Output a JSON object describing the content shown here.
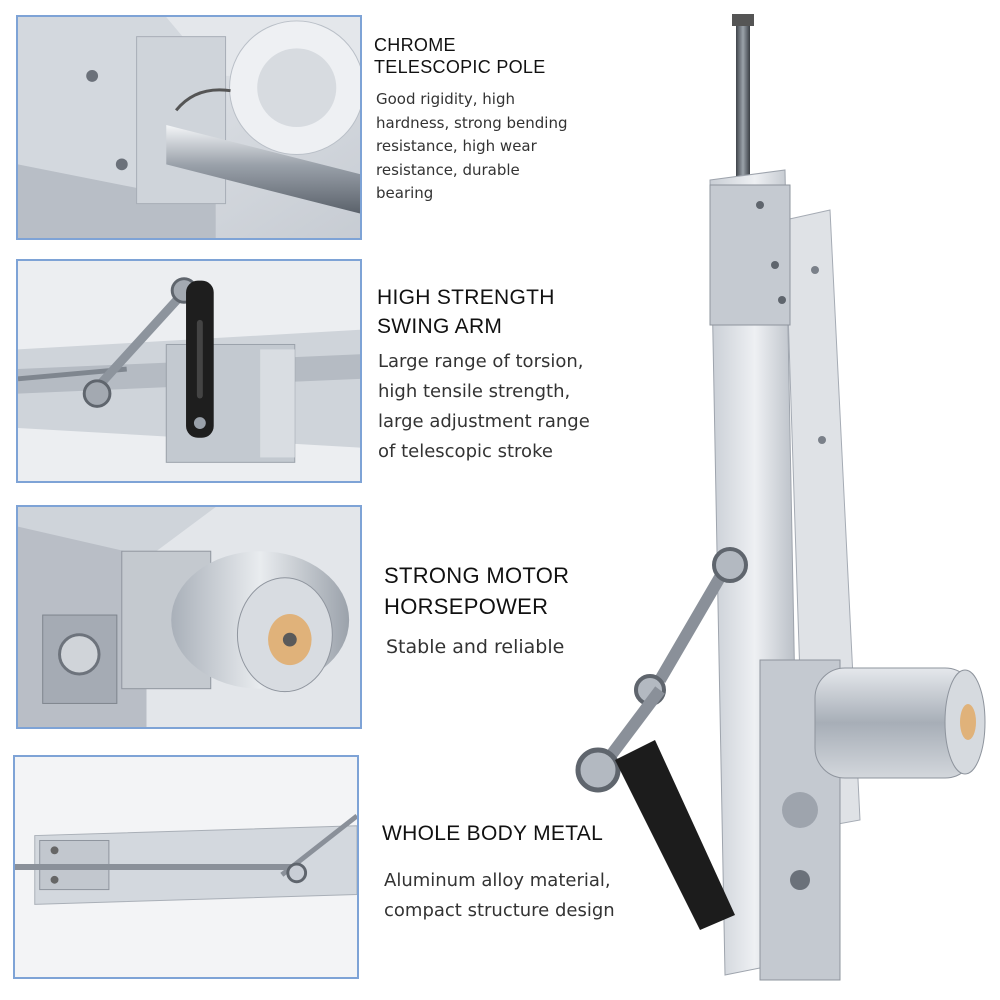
{
  "features": [
    {
      "title_lines": [
        "CHROME",
        "TELESCOPIC POLE"
      ],
      "desc_lines": [
        "Good rigidity, high",
        "hardness, strong bending",
        "resistance, high wear",
        "resistance, durable",
        "bearing"
      ]
    },
    {
      "title_lines": [
        "HIGH STRENGTH",
        "SWING ARM"
      ],
      "desc_lines": [
        "Large range of torsion,",
        "high tensile strength,",
        "large adjustment range",
        "of telescopic stroke"
      ]
    },
    {
      "title_lines": [
        "STRONG MOTOR",
        "HORSEPOWER"
      ],
      "desc_lines": [
        "Stable and reliable"
      ]
    },
    {
      "title_lines": [
        "WHOLE BODY METAL"
      ],
      "desc_lines": [
        "Aluminum alloy material,",
        "compact structure design"
      ]
    }
  ],
  "colors": {
    "frame_border": "#7ea3d6",
    "aluminum": "#c9ced6",
    "chrome_rod": "#8a9099",
    "swing_arm": "#1c1c1c"
  }
}
